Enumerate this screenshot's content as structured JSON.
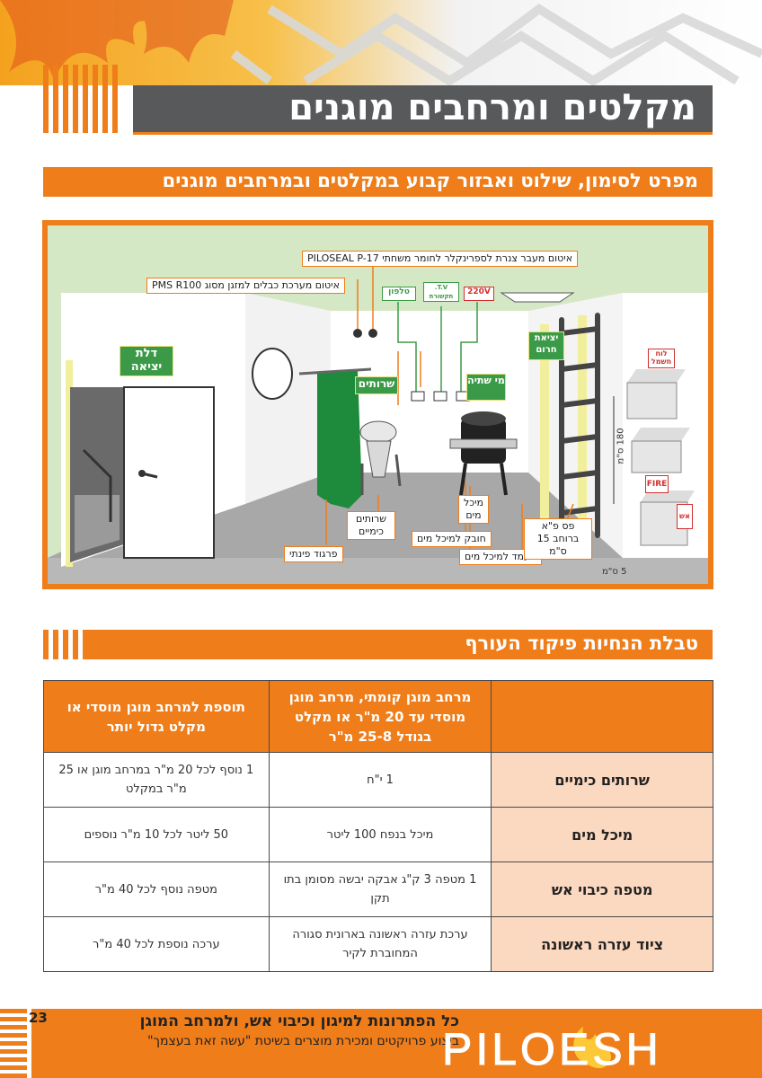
{
  "header": {
    "title": "מקלטים ומרחבים מוגנים"
  },
  "section1": {
    "title": "מפרט לסימון, שילוט ואבזור קבוע במקלטים ובמרחבים מוגנים"
  },
  "illustration": {
    "callouts": {
      "sprinkler_seal": "איטום מעבר צנרת לספרינקלר לחומר משחתי PILOSEAL P-17",
      "ac_seal": "איטום מערכת כבלים למזגן מסוג PMS R100",
      "chemical_toilets": "שרותים כימיים",
      "water_container": "מיכל מים",
      "water_hug": "חובק למיכל מים",
      "water_stand": "מעמד למיכל מים",
      "partition": "פרגוד פינתי",
      "stripe": "פס פ\"א ברוחב 15 ס\"מ"
    },
    "signs": {
      "exit_door": "דלת יציאה",
      "emergency_exit": "יציאת חרום",
      "toilets": "שרותים",
      "drinking_water": "מי שתיה",
      "phone": "טלפון",
      "tv": "T.V. תקשורת",
      "power": "220V",
      "electric_board": "לוח חשמל",
      "fire_en": "FIRE",
      "fire_he": "אש"
    },
    "dimensions": {
      "height": "180 ס\"מ",
      "bottom": "5 ס\"מ"
    }
  },
  "section2": {
    "title": "טבלת הנחיות פיקוד העורף"
  },
  "table": {
    "headers": {
      "col1": "",
      "col2": "מרחב מוגן קומתי, מרחב מוגן מוסדי עד 20 מ\"ר או מקלט בגודל 25-8 מ\"ר",
      "col3": "תוספת למרחב מוגן מוסדי או מקלט גדול יותר"
    },
    "rows": [
      {
        "label": "שרותים כימיים",
        "small": "1 י\"ח",
        "large": "1 נוסף לכל 20 מ\"ר במרחב מוגן או 25 מ\"ר במקלט"
      },
      {
        "label": "מיכל מים",
        "small": "מיכל בנפח 100 ליטר",
        "large": "50 ליטר לכל 10 מ\"ר נוספים"
      },
      {
        "label": "מטפה כיבוי אש",
        "small": "1 מטפה 3 ק\"ג אבקה יבשה מסומן בתו תקן",
        "large": "מטפה נוסף לכל 40 מ\"ר"
      },
      {
        "label": "ציוד עזרה ראשונה",
        "small": "ערכת עזרה ראשונה בארונית סגורה המחוברת לקיר",
        "large": "ערכה נוספת לכל 40 מ\"ר"
      }
    ]
  },
  "footer": {
    "tagline": "כל הפתרונות למיגון וכיבוי אש, ולמרחב המוגן",
    "subline": "ביצוע פרויקטים ומכירת מוצרים בשיטת \"עשה זאת בעצמך\"",
    "logo": "PILOESH",
    "page_number": "23"
  },
  "colors": {
    "accent": "#ef7d1a",
    "title_bar": "#58595b",
    "row_header": "#fbd8c0",
    "sign_green": "#3b9a47"
  }
}
